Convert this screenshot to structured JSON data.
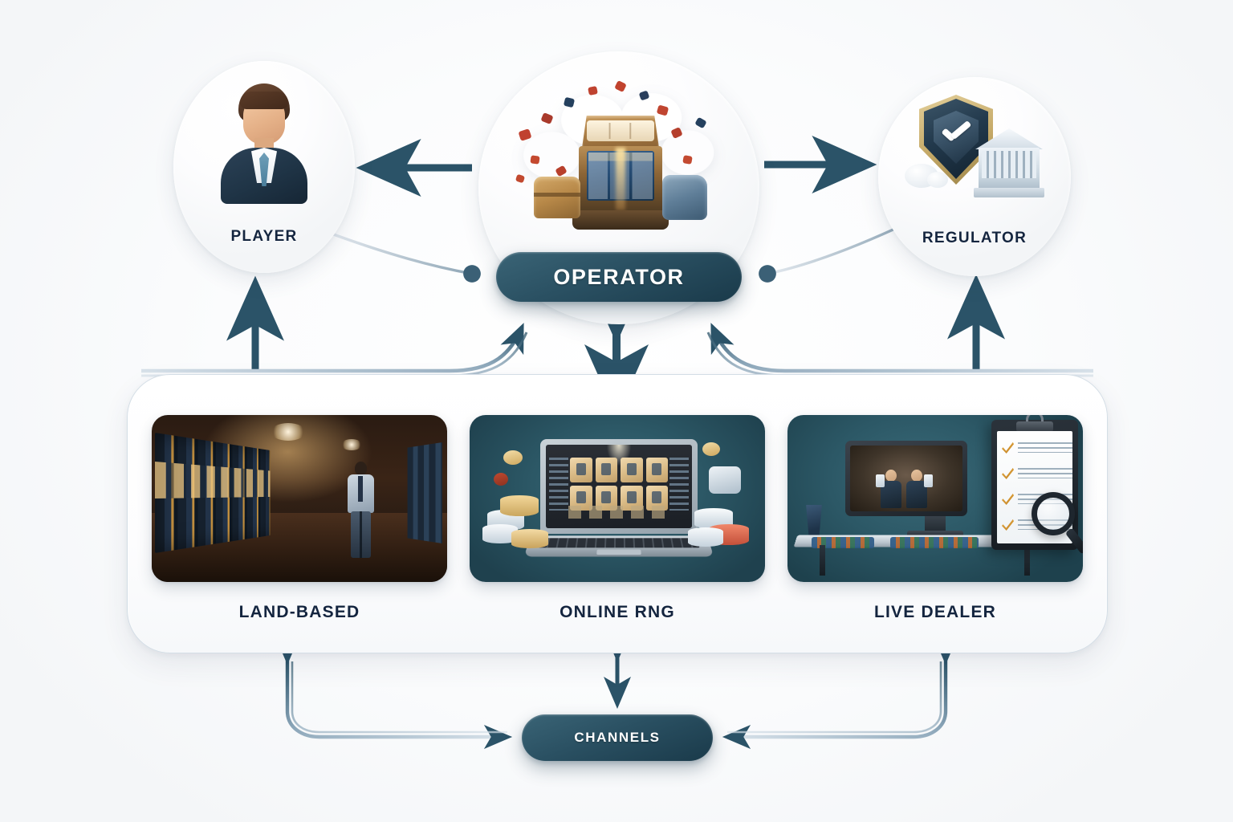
{
  "diagram": {
    "title": "Casino ecosystem relationship diagram",
    "accent_color": "#2a5062",
    "label_color": "#14253f",
    "panel_color": "#ffffff",
    "background_color": "#ffffff"
  },
  "nodes": {
    "player": {
      "label": "PLAYER",
      "icon": "businessman-avatar-icon"
    },
    "operator": {
      "label": "OPERATOR",
      "icon": "slot-machine-icon"
    },
    "regulator": {
      "label": "REGULATOR",
      "icon": "shield-check-government-building-icon"
    },
    "channels": {
      "label": "CHANNELS"
    }
  },
  "channel_cards": [
    {
      "label": "LAND-BASED",
      "icon": "casino-floor-slot-machines-icon"
    },
    {
      "label": "ONLINE RNG",
      "icon": "laptop-game-grid-chips-icon"
    },
    {
      "label": "LIVE DEALER",
      "icon": "studio-monitor-clipboard-magnifier-icon"
    }
  ],
  "connections": [
    {
      "from": "operator",
      "to": "player",
      "style": "solid-arrow",
      "direction": "one-way"
    },
    {
      "from": "player",
      "to": "operator",
      "style": "thin-curve-dot",
      "direction": "one-way"
    },
    {
      "from": "operator",
      "to": "regulator",
      "style": "solid-arrow",
      "direction": "one-way"
    },
    {
      "from": "regulator",
      "to": "operator",
      "style": "thin-curve-dot",
      "direction": "one-way"
    },
    {
      "from": "channels-panel",
      "to": "player",
      "style": "solid-arrow",
      "direction": "one-way"
    },
    {
      "from": "channels-panel",
      "to": "regulator",
      "style": "solid-arrow",
      "direction": "one-way"
    },
    {
      "from": "operator",
      "to": "channels-panel",
      "style": "solid-arrow",
      "direction": "two-way"
    },
    {
      "from": "channels-panel-left",
      "to": "operator",
      "style": "curved-arrow",
      "direction": "one-way"
    },
    {
      "from": "channels-panel-right",
      "to": "operator",
      "style": "curved-arrow",
      "direction": "one-way"
    },
    {
      "from": "land-based",
      "to": "channels",
      "style": "curved-arrow",
      "direction": "two-way"
    },
    {
      "from": "online-rng",
      "to": "channels",
      "style": "short-arrow",
      "direction": "two-way"
    },
    {
      "from": "live-dealer",
      "to": "channels",
      "style": "curved-arrow",
      "direction": "two-way"
    }
  ]
}
